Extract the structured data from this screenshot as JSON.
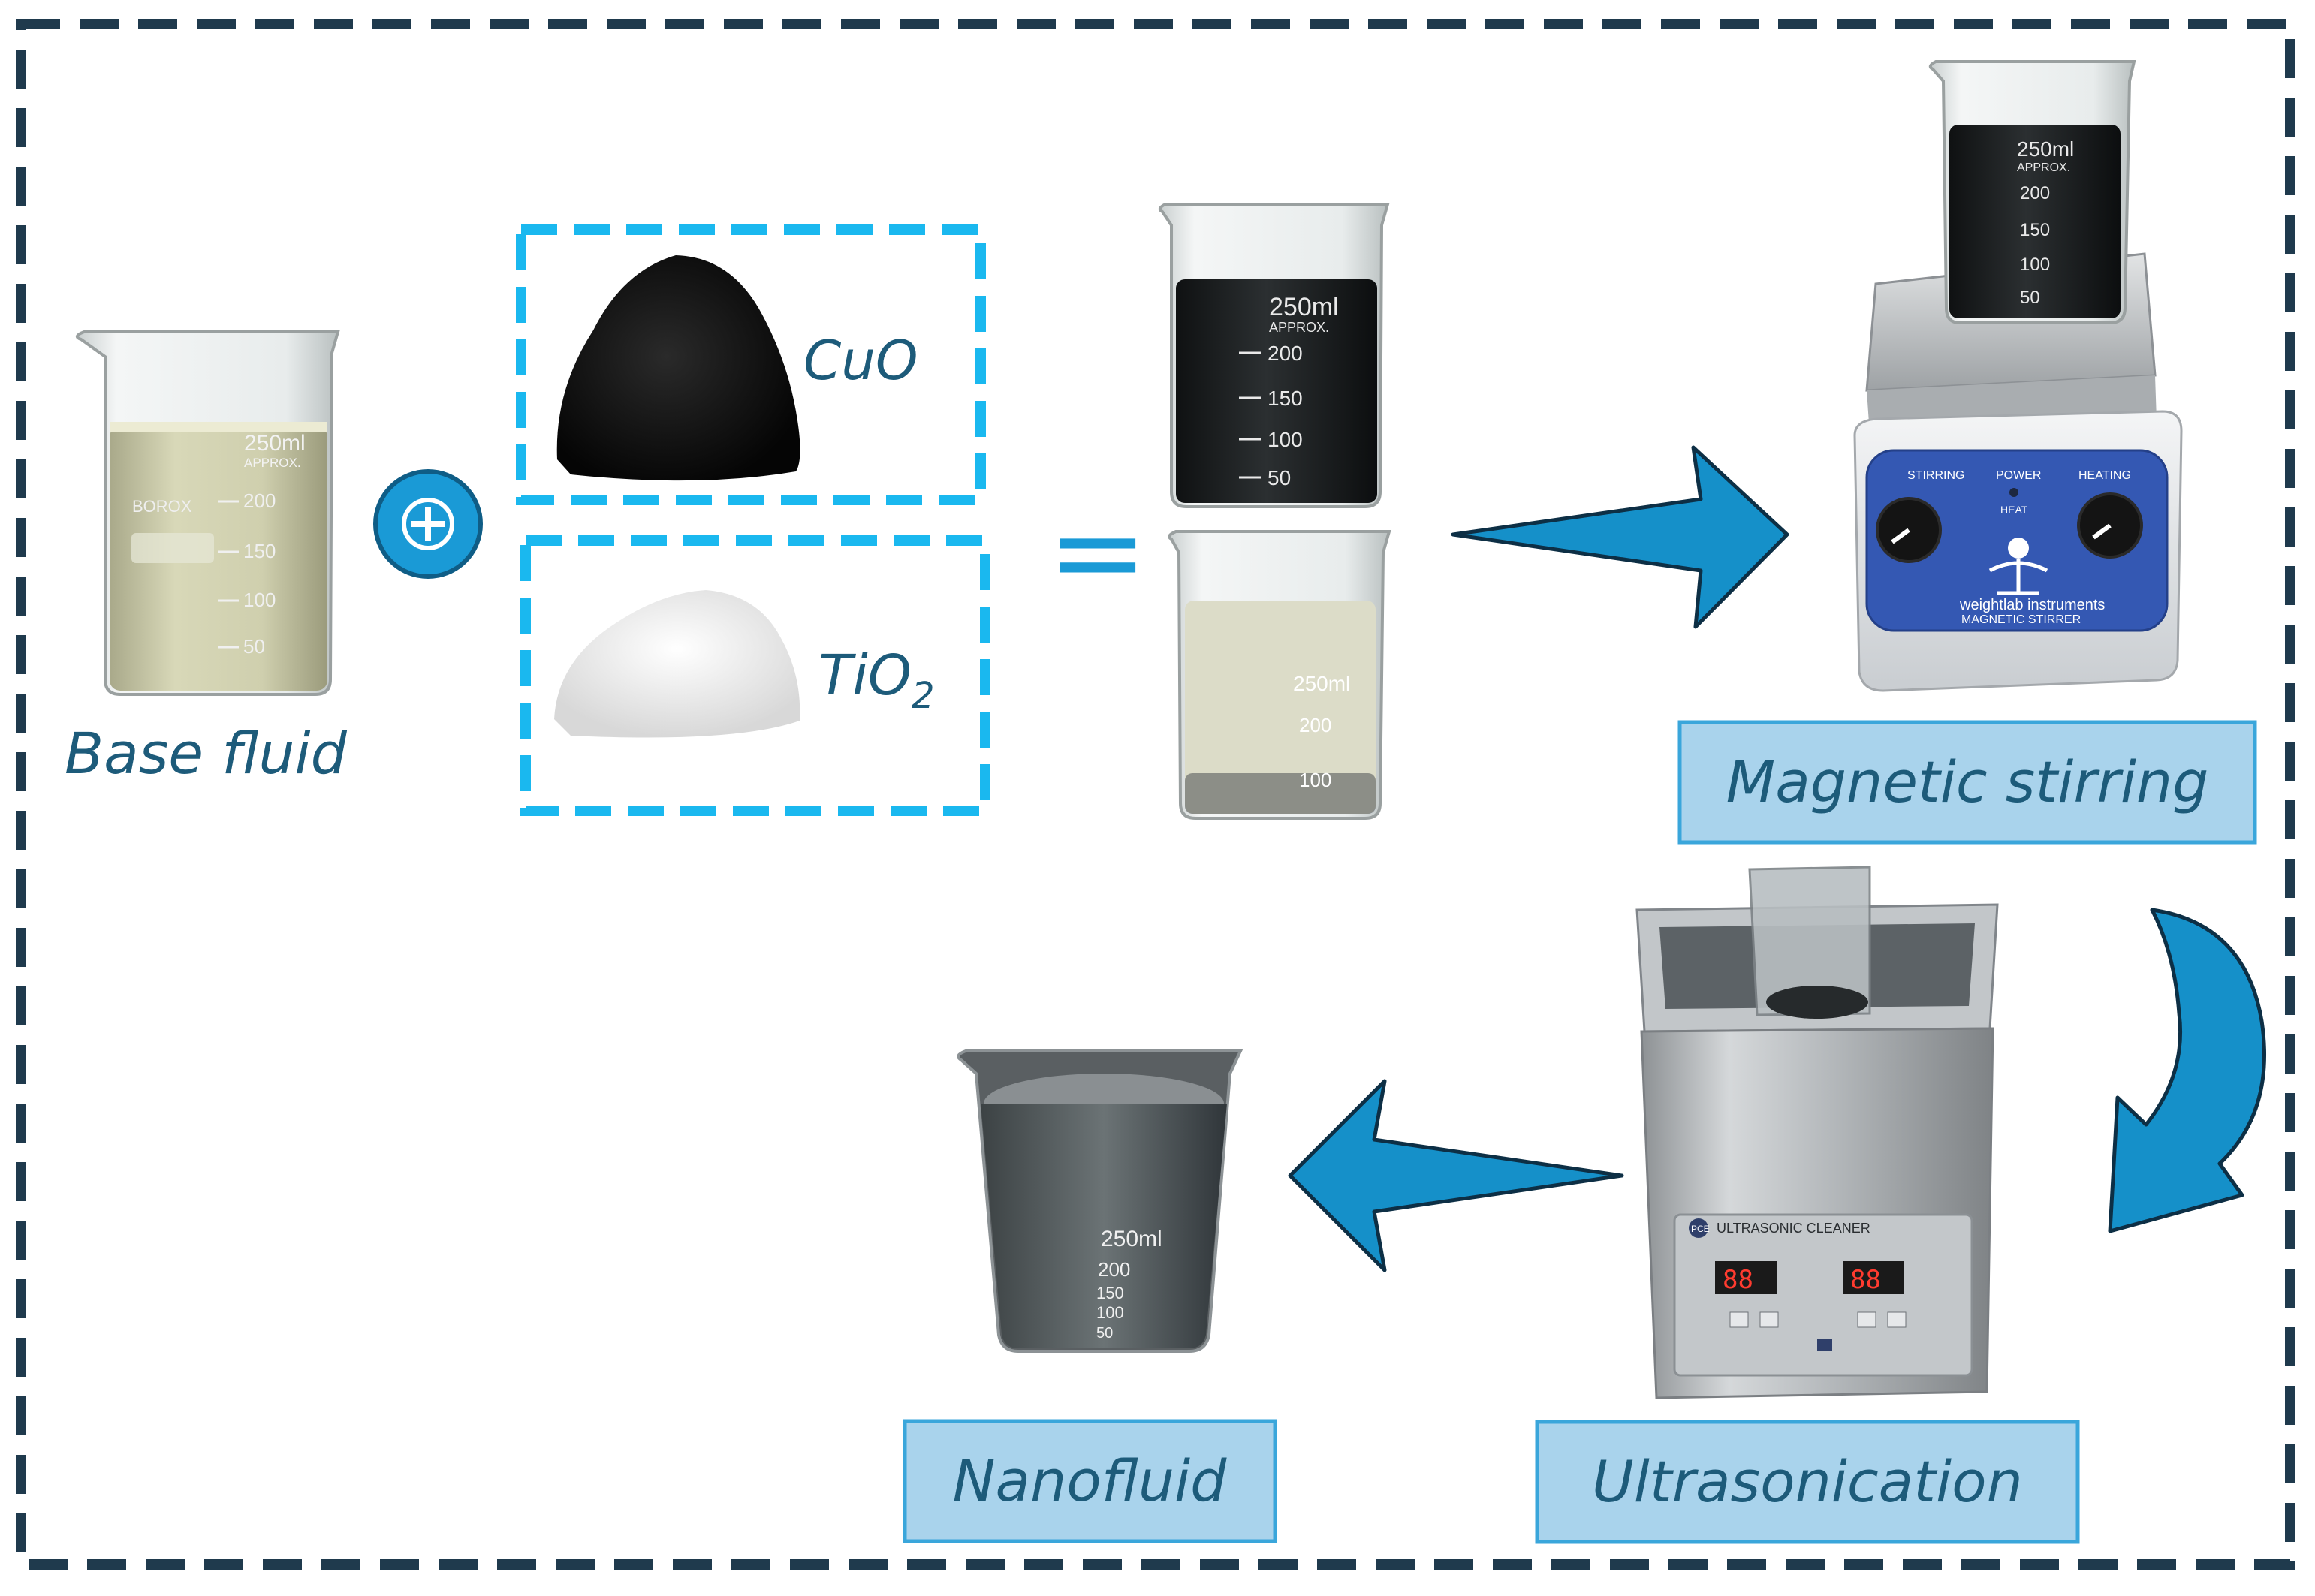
{
  "labels": {
    "base_fluid": "Base fluid",
    "cuo": "CuO",
    "tio2_main": "TiO",
    "tio2_sub": "2",
    "equals": "=",
    "magnetic_stirring": "Magnetic stirring",
    "ultrasonication": "Ultrasonication",
    "nanofluid": "Nanofluid"
  },
  "beaker_marks": {
    "capacity": "250ml",
    "approx": "APPROX.",
    "brand": "BOROX",
    "ticks": [
      "200",
      "150",
      "100",
      "50"
    ]
  },
  "stirrer": {
    "label_stirring": "STIRRING",
    "label_power": "POWER",
    "label_heat": "HEAT",
    "label_heating": "HEATING",
    "brand": "weightlab instruments",
    "model": "MAGNETIC STIRRER"
  },
  "cleaner": {
    "badge": "PCE",
    "title": "ULTRASONIC CLEANER",
    "display_left": "88",
    "display_right": "88"
  },
  "colors": {
    "frame": "#1f3a4d",
    "powder_box": "#1ab8ef",
    "arrow": "#1590c9",
    "label_box_fill": "#a9d3ec",
    "label_box_stroke": "#3aa6db",
    "label_text": "#1d5b7a",
    "plus_circle": "#1a9ad6"
  }
}
